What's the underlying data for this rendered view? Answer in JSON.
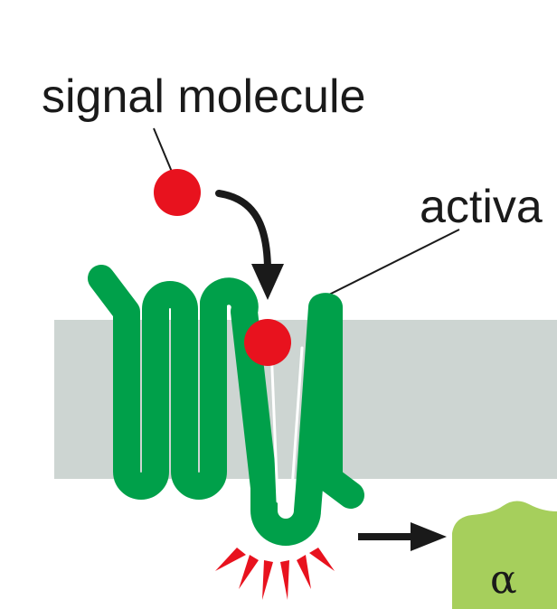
{
  "labels": {
    "signal_molecule": "signal molecule",
    "activated_partial": "activa",
    "alpha_subunit": "α"
  },
  "colors": {
    "membrane": "#cdd5d2",
    "receptor": "#00a04a",
    "signal": "#e8121e",
    "alpha_subunit": "#a6cf5c",
    "arrow": "#1a1a1a",
    "leader_line": "#1a1a1a"
  }
}
